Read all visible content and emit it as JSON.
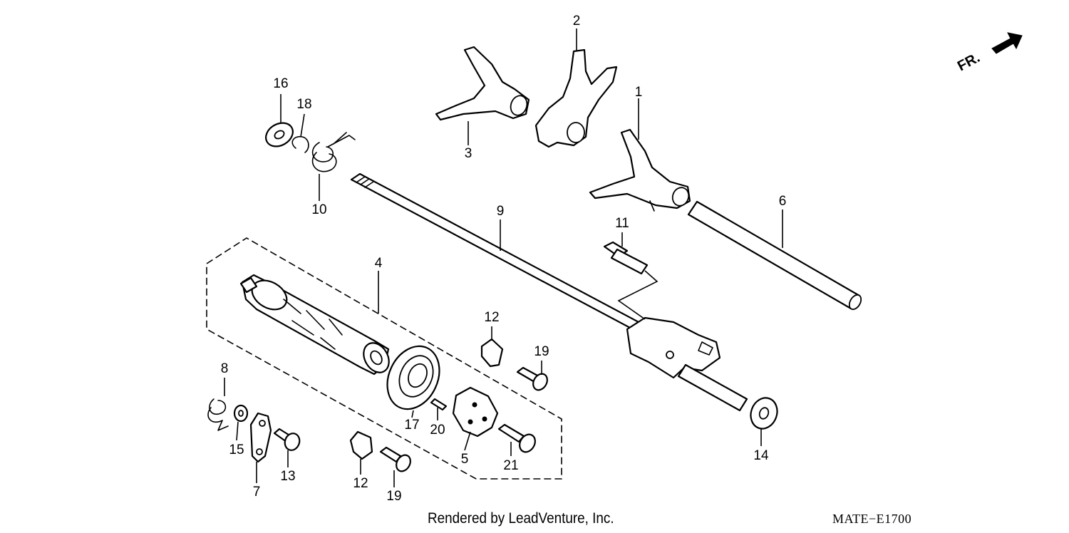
{
  "callouts": [
    {
      "id": "1",
      "label": "1"
    },
    {
      "id": "2",
      "label": "2"
    },
    {
      "id": "3",
      "label": "3"
    },
    {
      "id": "4",
      "label": "4"
    },
    {
      "id": "5",
      "label": "5"
    },
    {
      "id": "6",
      "label": "6"
    },
    {
      "id": "7",
      "label": "7"
    },
    {
      "id": "8",
      "label": "8"
    },
    {
      "id": "9",
      "label": "9"
    },
    {
      "id": "10",
      "label": "10"
    },
    {
      "id": "11",
      "label": "11"
    },
    {
      "id": "12a",
      "label": "12"
    },
    {
      "id": "12b",
      "label": "12"
    },
    {
      "id": "13",
      "label": "13"
    },
    {
      "id": "14",
      "label": "14"
    },
    {
      "id": "15",
      "label": "15"
    },
    {
      "id": "16",
      "label": "16"
    },
    {
      "id": "17",
      "label": "17"
    },
    {
      "id": "18",
      "label": "18"
    },
    {
      "id": "19a",
      "label": "19"
    },
    {
      "id": "19b",
      "label": "19"
    },
    {
      "id": "20",
      "label": "20"
    },
    {
      "id": "21",
      "label": "21"
    }
  ],
  "direction": {
    "label": "FR."
  },
  "footer": {
    "credit": "Rendered by LeadVenture, Inc.",
    "code": "MATE−E1700"
  }
}
